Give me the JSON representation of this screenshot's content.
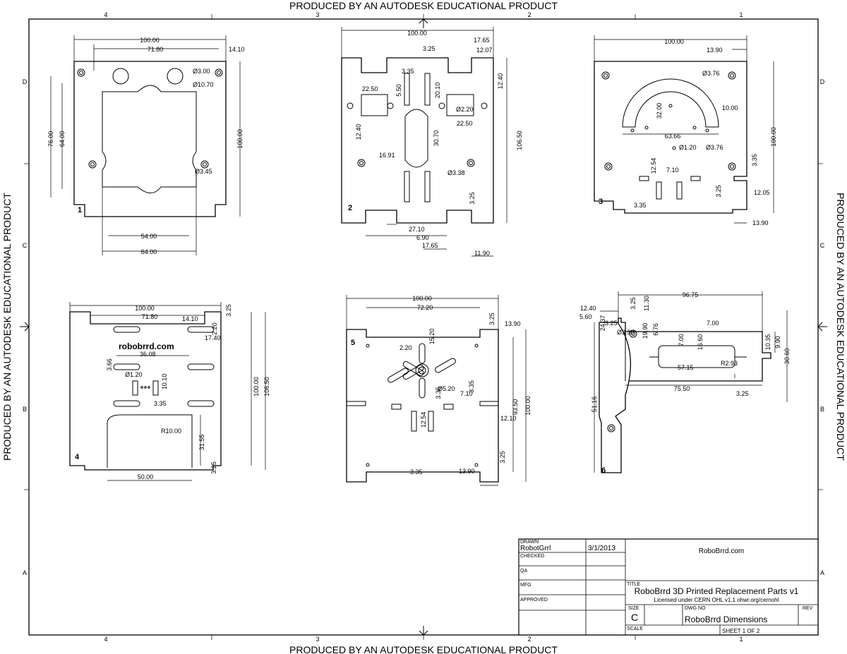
{
  "watermark": "PRODUCED BY AN AUTODESK EDUCATIONAL PRODUCT",
  "zones": {
    "columns": [
      "4",
      "3",
      "2",
      "1"
    ],
    "rows": [
      "D",
      "C",
      "B",
      "A"
    ]
  },
  "parts": [
    {
      "number": "1",
      "dimensions": [
        "100.00",
        "71.80",
        "14.10",
        "Ø3.00",
        "Ø10.70",
        "76.00",
        "64.00",
        "100.00",
        "Ø3.45",
        "54.00",
        "64.00"
      ]
    },
    {
      "number": "2",
      "dimensions": [
        "100.00",
        "17.65",
        "3.25",
        "12.07",
        "3.35",
        "12.40",
        "22.50",
        "5.50",
        "20.10",
        "Ø2.20",
        "22.50",
        "12.40",
        "30.70",
        "16.91",
        "106.50",
        "Ø3.38",
        "3.25",
        "27.10",
        "6.90",
        "17.65",
        "11.90"
      ]
    },
    {
      "number": "3",
      "dimensions": [
        "100.00",
        "13.90",
        "Ø3.76",
        "32.00",
        "10.00",
        "63.66",
        "Ø1.20",
        "Ø3.76",
        "100.00",
        "12.54",
        "7.10",
        "3.35",
        "3.25",
        "12.05",
        "3.35",
        "13.90"
      ]
    },
    {
      "number": "4",
      "logo_text": "robobrrd.com",
      "dimensions": [
        "100.00",
        "3.25",
        "71.80",
        "14.10",
        "2.20",
        "17.40",
        "36.08",
        "3.66",
        "Ø1.20",
        "10.10",
        "3.35",
        "R10.00",
        "100.00",
        "106.50",
        "31.55",
        "3.25",
        "50.00"
      ]
    },
    {
      "number": "5",
      "dimensions": [
        "100.00",
        "72.20",
        "3.25",
        "13.90",
        "15.20",
        "2.20",
        "Ø5.20",
        "7.10",
        "3.35",
        "3.35",
        "12.54",
        "12.10",
        "93.50",
        "100.00",
        "3.25",
        "13.90",
        "3.35"
      ]
    },
    {
      "number": "6",
      "dimensions": [
        "96.75",
        "12.40",
        "3.25",
        "11.30",
        "5.60",
        "24.37",
        "Ø3.38",
        "3.25",
        "19.90",
        "6.76",
        "7.00",
        "16.60",
        "7.00",
        "10.35",
        "9.90",
        "30.60",
        "51.16",
        "57.15",
        "R2.93",
        "75.50",
        "3.25"
      ]
    }
  ],
  "title_block": {
    "drawn_label": "DRAWN",
    "drawn_by": "RobotGrrl",
    "drawn_date": "3/1/2013",
    "checked_label": "CHECKED",
    "qa_label": "QA",
    "mfg_label": "MFG",
    "approved_label": "APPROVED",
    "company": "RoboBrrd.com",
    "title_label": "TITLE",
    "title": "RoboBrrd 3D Printed Replacement Parts v1",
    "license": "Licensed under CERN OHL v1.1 ohwr.org/cernohl",
    "size_label": "SIZE",
    "size": "C",
    "dwg_no_label": "DWG NO",
    "dwg_no": "RoboBrrd Dimensions",
    "rev_label": "REV",
    "scale_label": "SCALE",
    "sheet": "SHEET 1  OF 2"
  }
}
